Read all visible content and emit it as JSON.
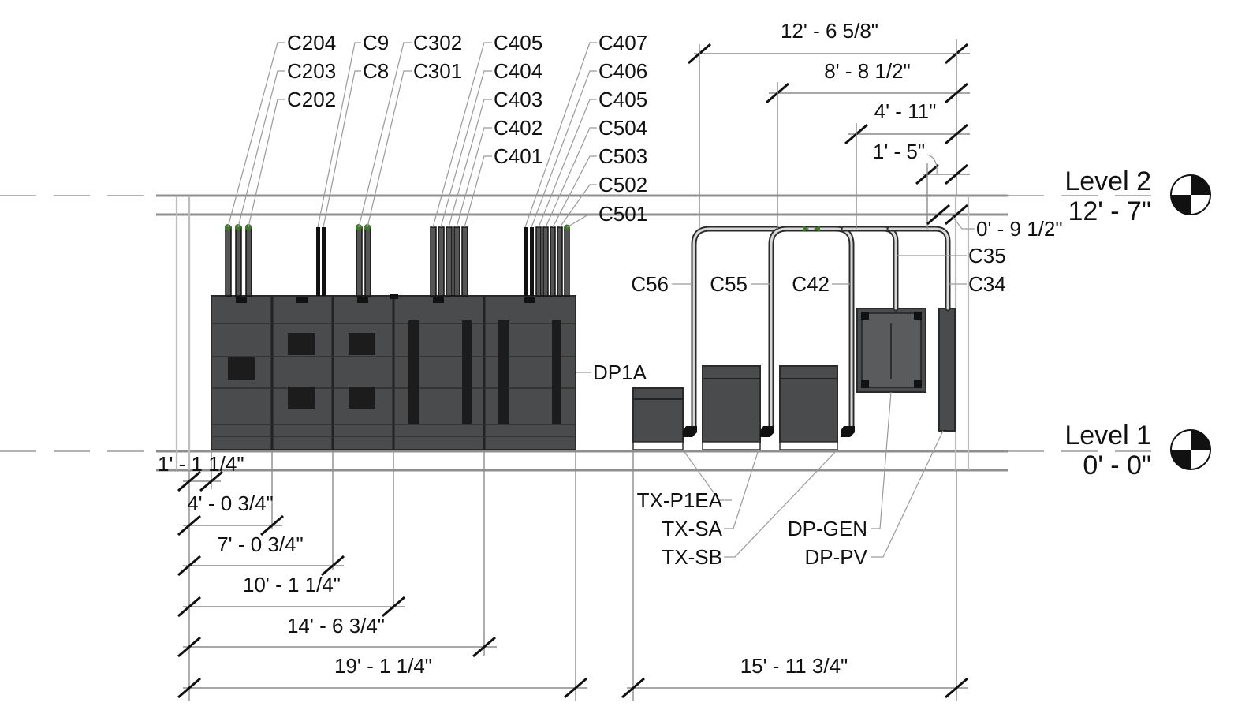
{
  "levels": [
    {
      "name": "Level 2",
      "elevation": "12' - 7\""
    },
    {
      "name": "Level 1",
      "elevation": "0' - 0\""
    }
  ],
  "conduit_tags": {
    "group1": [
      "C204",
      "C203",
      "C202"
    ],
    "group2": [
      "C9",
      "C8"
    ],
    "group3": [
      "C302",
      "C301"
    ],
    "group4": [
      "C405",
      "C404",
      "C403",
      "C402",
      "C401"
    ],
    "group5": [
      "C407",
      "C406",
      "C405",
      "C504",
      "C503",
      "C502",
      "C501"
    ],
    "right_conduits": [
      "C56",
      "C55",
      "C42",
      "C35",
      "C34"
    ]
  },
  "equipment_tags": {
    "switchboard": "DP1A",
    "transformers": [
      "TX-P1EA",
      "TX-SA",
      "TX-SB"
    ],
    "panels": [
      "DP-GEN",
      "DP-PV"
    ]
  },
  "dimensions": {
    "top": [
      "12' - 6 5/8\"",
      "8' - 8 1/2\"",
      "4' - 11\"",
      "1' - 5\"",
      "0' - 9 1/2\""
    ],
    "bottom_left": [
      "1' - 1 1/4\"",
      "4' - 0 3/4\"",
      "7' - 0 3/4\"",
      "10' - 1 1/4\"",
      "14' - 6 3/4\"",
      "19' - 1 1/4\""
    ],
    "bottom_right": "15' - 11 3/4\""
  }
}
